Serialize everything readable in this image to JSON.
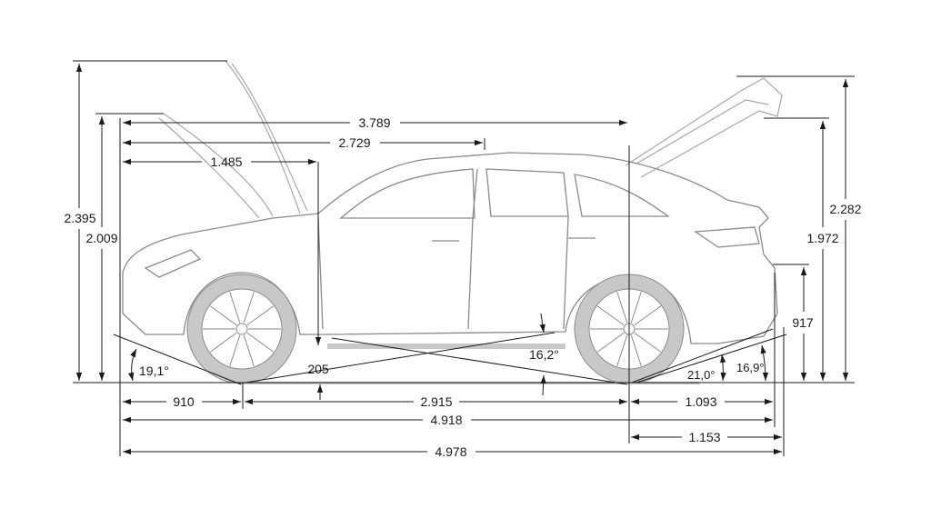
{
  "title": "Vehicle dimensions side view",
  "heights": {
    "overall_open_front": "2.395",
    "overall_front": "2.009",
    "overall_open_rear": "2.282",
    "overall_rear": "1.972",
    "rear_load": "917",
    "ground_clearance": "205"
  },
  "lengths": {
    "load_length_a": "3.789",
    "load_length_b": "2.729",
    "front_to_pillar": "1.485",
    "front_overhang": "910",
    "wheelbase": "2.915",
    "rear_overhang": "1.093",
    "overall_a": "4.918",
    "rear_overhang_b": "1.153",
    "overall_b": "4.978"
  },
  "angles": {
    "approach": "19,1°",
    "ramp": "16,2°",
    "departure_a": "21,0°",
    "departure_b": "16,9°"
  },
  "colors": {
    "line": "#1a1a1a",
    "car": "#8a8a8a",
    "wheel": "#c8c8c8"
  }
}
